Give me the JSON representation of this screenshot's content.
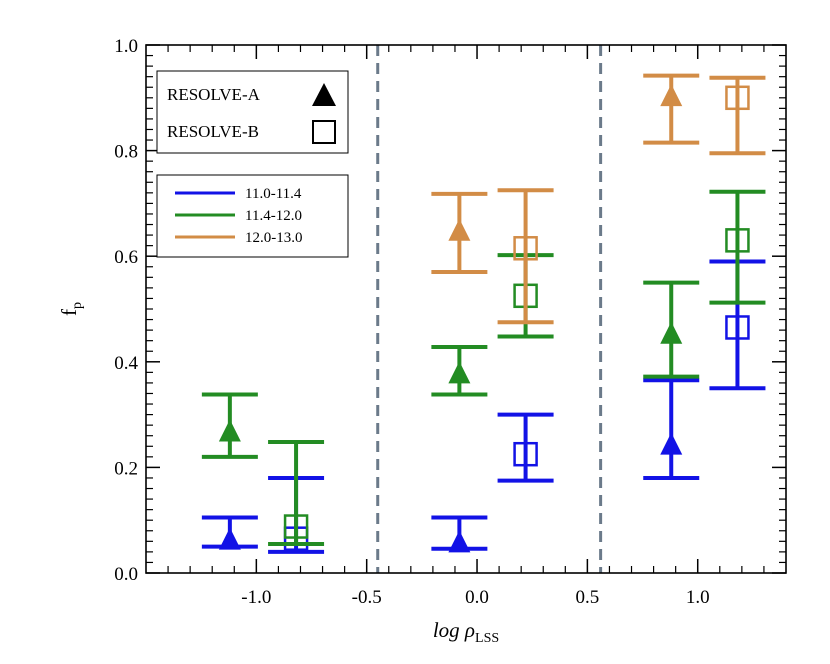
{
  "chart_data": {
    "type": "scatter",
    "xlabel": "log ρ",
    "xlabel_sub": "LSS",
    "ylabel": "f",
    "ylabel_sub": "p",
    "xlim": [
      -1.5,
      1.4
    ],
    "ylim": [
      0.0,
      1.0
    ],
    "x_ticks": [
      -1.0,
      -0.5,
      0.0,
      0.5,
      1.0
    ],
    "x_tick_labels": [
      "-1.0",
      "-0.5",
      "0.0",
      "0.5",
      "1.0"
    ],
    "y_ticks": [
      0.0,
      0.2,
      0.4,
      0.6,
      0.8,
      1.0
    ],
    "y_tick_labels": [
      "0.0",
      "0.2",
      "0.4",
      "0.6",
      "0.8",
      "1.0"
    ],
    "dividers": [
      -0.45,
      0.56
    ],
    "grid": false,
    "legend_samples": {
      "position": "top-left",
      "entries": [
        {
          "label": "RESOLVE-A",
          "marker": "triangle-filled"
        },
        {
          "label": "RESOLVE-B",
          "marker": "square-open"
        }
      ]
    },
    "legend_mass": {
      "position": "upper-left",
      "entries": [
        {
          "label": "11.0-11.4",
          "color": "#1212e6"
        },
        {
          "label": "11.4-12.0",
          "color": "#238c23"
        },
        {
          "label": "12.0-13.0",
          "color": "#d28c46"
        }
      ]
    },
    "series": [
      {
        "sample": "RESOLVE-A",
        "mass": "11.0-11.4",
        "color": "#1212e6",
        "marker": "triangle-filled",
        "points": [
          {
            "x": -1.12,
            "y": 0.065,
            "lo": 0.05,
            "hi": 0.105
          },
          {
            "x": -0.08,
            "y": 0.06,
            "lo": 0.046,
            "hi": 0.105
          },
          {
            "x": 0.88,
            "y": 0.245,
            "lo": 0.18,
            "hi": 0.365
          }
        ]
      },
      {
        "sample": "RESOLVE-A",
        "mass": "11.4-12.0",
        "color": "#238c23",
        "marker": "triangle-filled",
        "points": [
          {
            "x": -1.12,
            "y": 0.27,
            "lo": 0.22,
            "hi": 0.338
          },
          {
            "x": -0.08,
            "y": 0.38,
            "lo": 0.338,
            "hi": 0.428
          },
          {
            "x": 0.88,
            "y": 0.455,
            "lo": 0.372,
            "hi": 0.55
          }
        ]
      },
      {
        "sample": "RESOLVE-A",
        "mass": "12.0-13.0",
        "color": "#d28c46",
        "marker": "triangle-filled",
        "points": [
          {
            "x": -0.08,
            "y": 0.65,
            "lo": 0.57,
            "hi": 0.718
          },
          {
            "x": 0.88,
            "y": 0.905,
            "lo": 0.815,
            "hi": 0.942
          }
        ]
      },
      {
        "sample": "RESOLVE-B",
        "mass": "11.0-11.4",
        "color": "#1212e6",
        "marker": "square-open",
        "points": [
          {
            "x": -0.82,
            "y": 0.065,
            "lo": 0.04,
            "hi": 0.18
          },
          {
            "x": 0.22,
            "y": 0.225,
            "lo": 0.175,
            "hi": 0.3
          },
          {
            "x": 1.18,
            "y": 0.465,
            "lo": 0.35,
            "hi": 0.59
          }
        ]
      },
      {
        "sample": "RESOLVE-B",
        "mass": "11.4-12.0",
        "color": "#238c23",
        "marker": "square-open",
        "points": [
          {
            "x": -0.82,
            "y": 0.088,
            "lo": 0.055,
            "hi": 0.248
          },
          {
            "x": 0.22,
            "y": 0.525,
            "lo": 0.448,
            "hi": 0.602
          },
          {
            "x": 1.18,
            "y": 0.63,
            "lo": 0.512,
            "hi": 0.722
          }
        ]
      },
      {
        "sample": "RESOLVE-B",
        "mass": "12.0-13.0",
        "color": "#d28c46",
        "marker": "square-open",
        "points": [
          {
            "x": 0.22,
            "y": 0.615,
            "lo": 0.475,
            "hi": 0.725
          },
          {
            "x": 1.18,
            "y": 0.9,
            "lo": 0.795,
            "hi": 0.938
          }
        ]
      }
    ]
  }
}
